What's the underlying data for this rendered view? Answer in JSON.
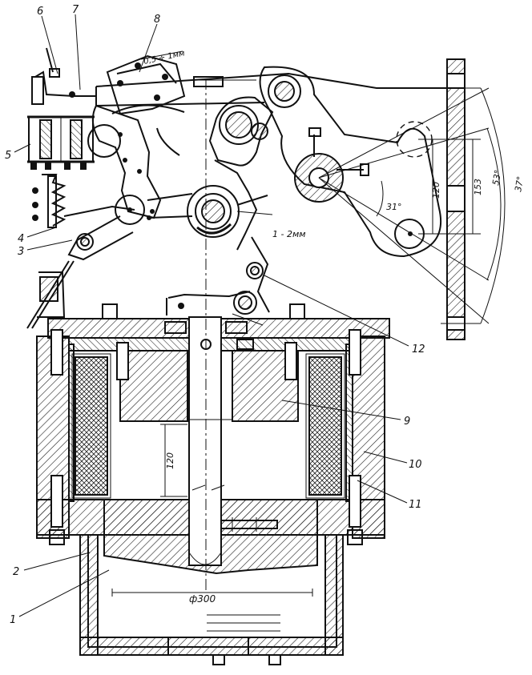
{
  "callouts": [
    "1",
    "2",
    "3",
    "4",
    "5",
    "6",
    "7",
    "8",
    "9",
    "10",
    "11",
    "12"
  ],
  "dimensions": {
    "gap": "0,5 ÷ 1мм",
    "clearance": "1 - 2мм",
    "stroke": "120",
    "travel": "153",
    "diameter": "ф300",
    "angle_small": "31°",
    "angle_mid": "53°",
    "angle_large": "37°"
  }
}
